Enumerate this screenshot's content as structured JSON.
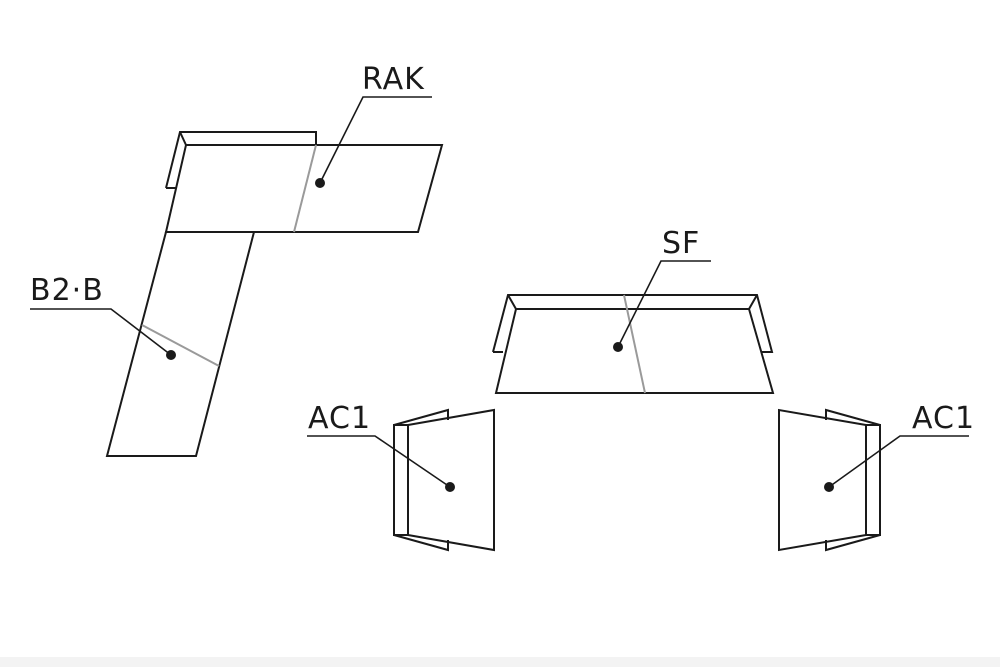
{
  "labels": {
    "rak": "RAK",
    "b2b": "B2·B",
    "sf": "SF",
    "ac1_left": "AC1",
    "ac1_right": "AC1"
  },
  "colors": {
    "line": "#1a1a1a",
    "seam": "#9a9a9a",
    "background": "#ffffff"
  }
}
